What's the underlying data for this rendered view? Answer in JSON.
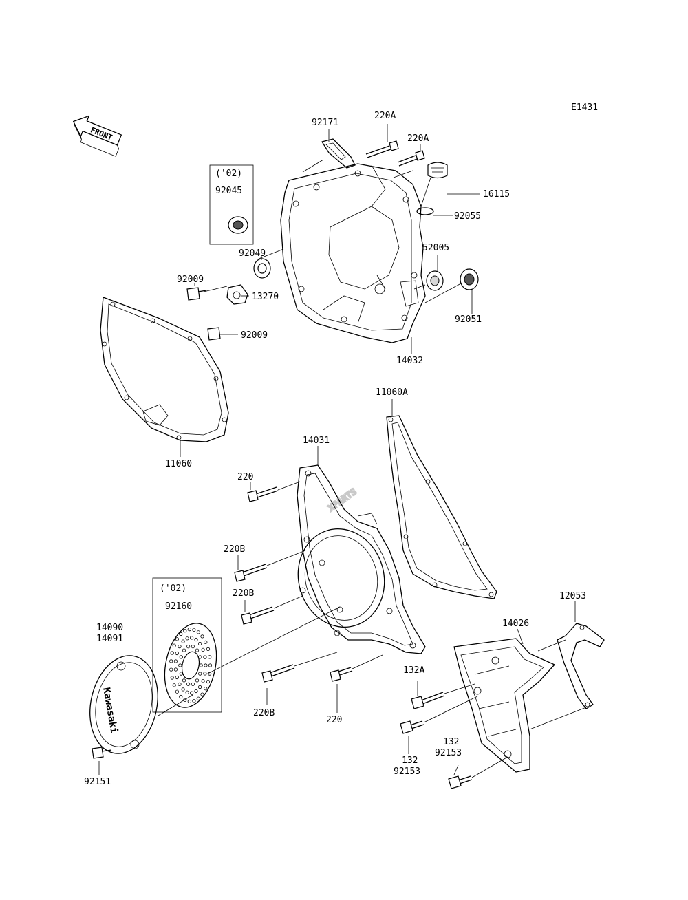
{
  "diagram_code": "E1431",
  "front_label": "FRONT",
  "watermark": "XPARTS",
  "logo_text": "Kawasaki",
  "labels": {
    "p92171": "92171",
    "p220A_1": "220A",
    "p220A_2": "220A",
    "p16115": "16115",
    "p92055": "92055",
    "year02_a": "('02)",
    "p92045": "92045",
    "p92049": "92049",
    "p52005": "52005",
    "p92009_1": "92009",
    "p13270": "13270",
    "p92009_2": "92009",
    "p92051": "92051",
    "p14032": "14032",
    "p11060A": "11060A",
    "p11060": "11060",
    "p14031": "14031",
    "p220_1": "220",
    "p220B_1": "220B",
    "p220B_2": "220B",
    "year02_b": "('02)",
    "p92160": "92160",
    "p14090": "14090",
    "p14091": "14091",
    "p12053": "12053",
    "p14026": "14026",
    "p132A": "132A",
    "p220B_3": "220B",
    "p220_2": "220",
    "p132_1": "132",
    "p92153_1": "92153",
    "p132_2": "132",
    "p92153_2": "92153",
    "p92151": "92151"
  }
}
